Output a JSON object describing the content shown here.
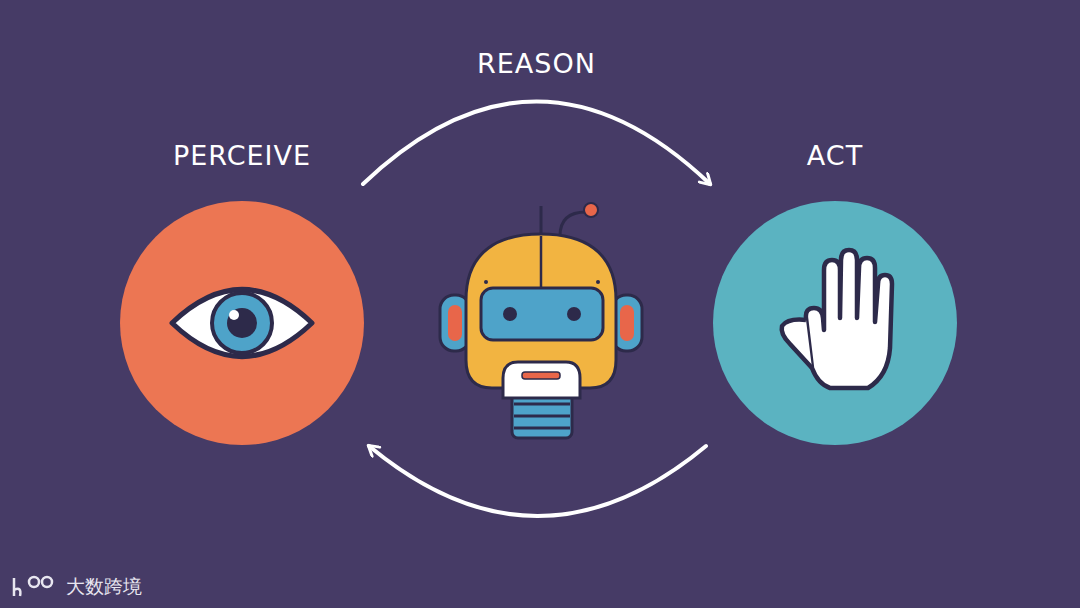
{
  "diagram": {
    "nodes": [
      {
        "text": [
          "PERCEIVE"
        ]
      },
      {
        "text": [
          "ACT"
        ]
      }
    ],
    "edges": [
      {
        "from": 0,
        "to": 1,
        "arrow": "to",
        "label": "REASON"
      },
      {
        "from": 1,
        "to": 0,
        "arrow": "to"
      }
    ],
    "labels": [
      "大数跨境"
    ]
  }
}
